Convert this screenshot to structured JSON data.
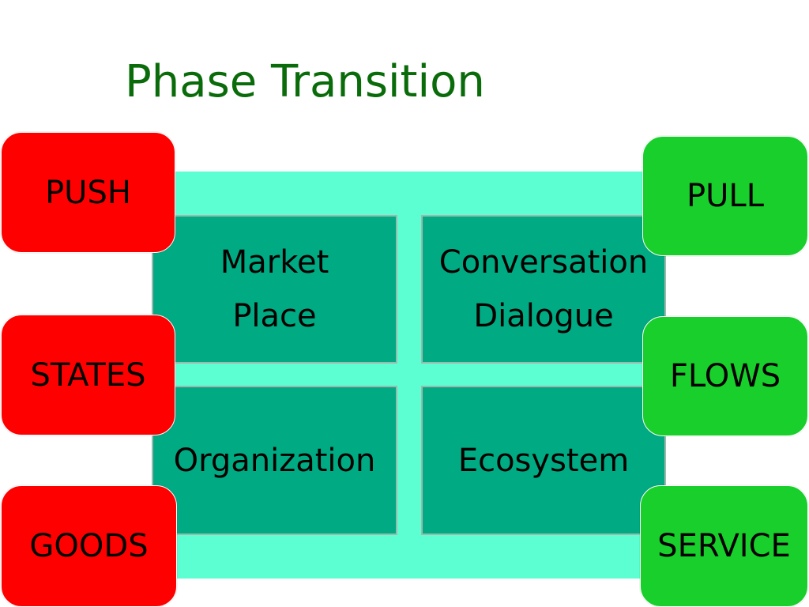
{
  "slide": {
    "title": "Phase Transition"
  },
  "colors": {
    "title": "#0a6b0a",
    "backdrop": "#5cffd2",
    "quadrant": "#00aa82",
    "left_boxes": "#ff0000",
    "right_boxes": "#19cf2b"
  },
  "quadrants": {
    "top_left": {
      "line1": "Market",
      "line2": "Place"
    },
    "top_right": {
      "line1": "Conversation",
      "line2": "Dialogue"
    },
    "bottom_left": {
      "line1": "Organization"
    },
    "bottom_right": {
      "line1": "Ecosystem"
    }
  },
  "left_boxes": [
    {
      "label": "PUSH"
    },
    {
      "label": "STATES"
    },
    {
      "label": "GOODS"
    }
  ],
  "right_boxes": [
    {
      "label": "PULL"
    },
    {
      "label": "FLOWS"
    },
    {
      "label": "SERVICE"
    }
  ]
}
